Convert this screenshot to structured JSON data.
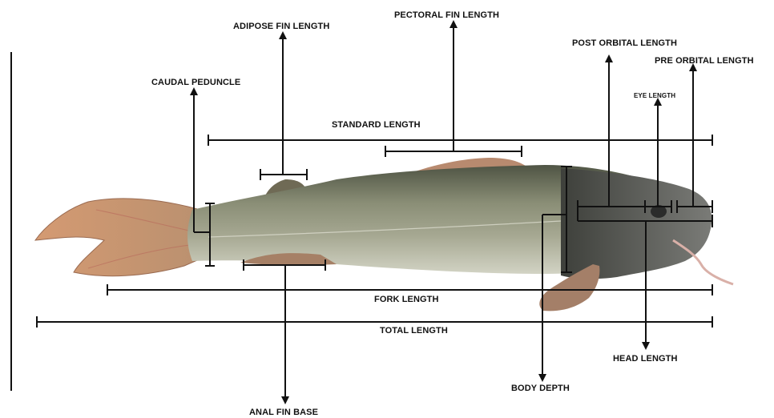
{
  "colors": {
    "line": "#111111",
    "body": "#8c8f78",
    "belly": "#c9cbbb",
    "back": "#5d6150",
    "fin": "#b7876a",
    "tail": "#c28c6b",
    "head": "#5a5b59"
  },
  "labels": {
    "adipose_fin_length": "ADIPOSE FIN LENGTH",
    "pectoral_fin_length": "PECTORAL  FIN LENGTH",
    "post_orbital_length": "POST ORBITAL LENGTH",
    "pre_orbital_length": "PRE ORBITAL LENGTH",
    "caudal_peduncle": "CAUDAL PEDUNCLE",
    "eye_length": "EYE LENGTH",
    "standard_length": "STANDARD  LENGTH",
    "fork_length": "FORK LENGTH",
    "total_length": "TOTAL LENGTH",
    "head_length": "HEAD LENGTH",
    "body_depth": "BODY DEPTH",
    "anal_fin_base": "ANAL FIN BASE"
  }
}
